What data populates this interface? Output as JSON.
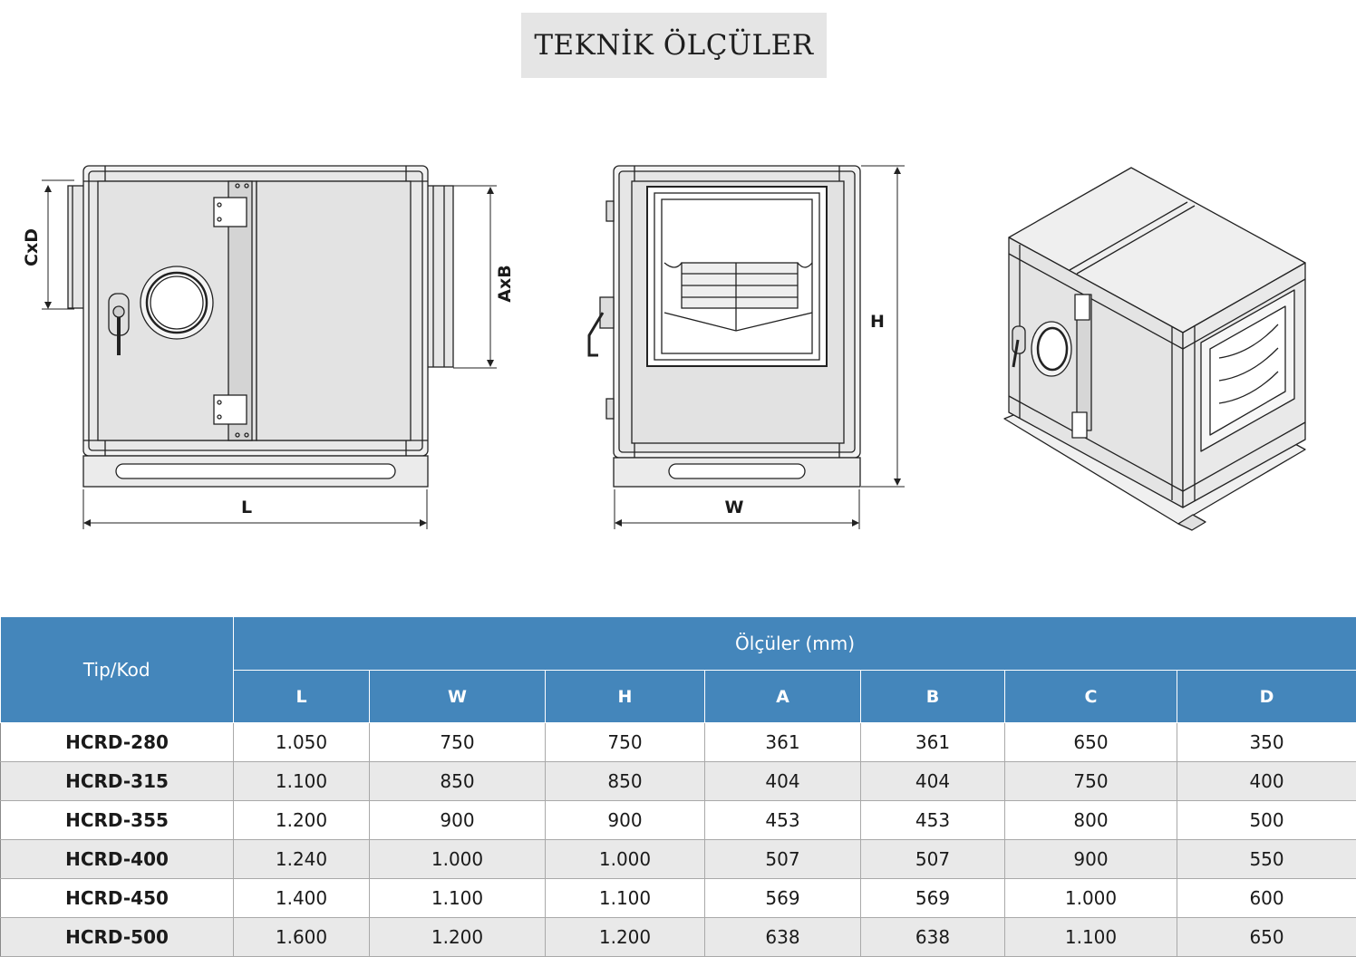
{
  "title": "TEKNİK ÖLÇÜLER",
  "drawing_labels": {
    "cxd": "CxD",
    "axb": "AxB",
    "l": "L",
    "w": "W",
    "h": "H"
  },
  "table": {
    "tip_header": "Tip/Kod",
    "group_header": "Ölçüler (mm)",
    "columns": [
      "L",
      "W",
      "H",
      "A",
      "B",
      "C",
      "D"
    ],
    "rows": [
      {
        "tip": "HCRD-280",
        "values": [
          "1.050",
          "750",
          "750",
          "361",
          "361",
          "650",
          "350"
        ]
      },
      {
        "tip": "HCRD-315",
        "values": [
          "1.100",
          "850",
          "850",
          "404",
          "404",
          "750",
          "400"
        ]
      },
      {
        "tip": "HCRD-355",
        "values": [
          "1.200",
          "900",
          "900",
          "453",
          "453",
          "800",
          "500"
        ]
      },
      {
        "tip": "HCRD-400",
        "values": [
          "1.240",
          "1.000",
          "1.000",
          "507",
          "507",
          "900",
          "550"
        ]
      },
      {
        "tip": "HCRD-450",
        "values": [
          "1.400",
          "1.100",
          "1.100",
          "569",
          "569",
          "1.000",
          "600"
        ]
      },
      {
        "tip": "HCRD-500",
        "values": [
          "1.600",
          "1.200",
          "1.200",
          "638",
          "638",
          "1.100",
          "650"
        ]
      }
    ]
  },
  "colors": {
    "header_blue": "#4486bb",
    "stripe_gray": "#e9e9e9",
    "title_bg": "#e5e5e5"
  }
}
